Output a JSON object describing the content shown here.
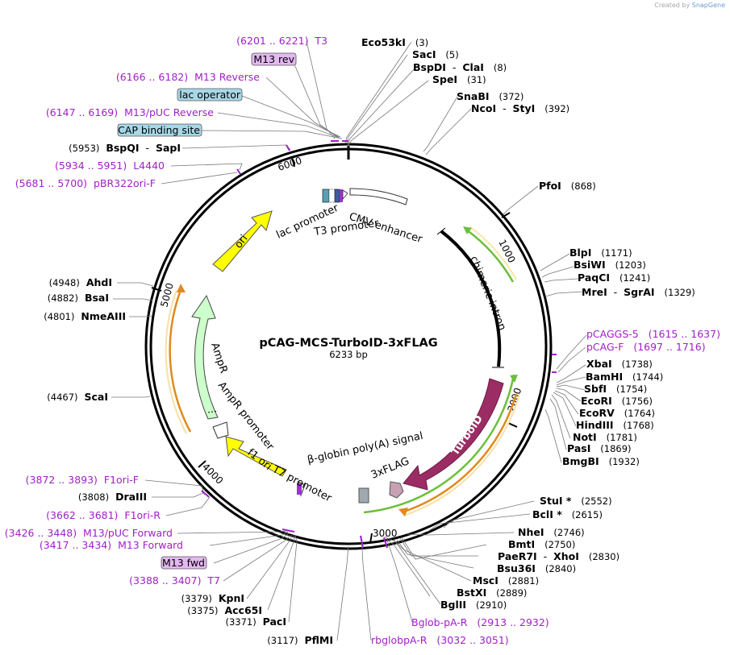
{
  "plasmid": {
    "name": "pCAG-MCS-TurboID-3xFLAG",
    "size": "6233 bp",
    "length": 6233
  },
  "watermark": {
    "prefix": "Created by",
    "brand": "SnapGene"
  },
  "ticks": [
    "1000",
    "2000",
    "3000",
    "4000",
    "5000",
    "6000"
  ],
  "features": [
    {
      "name": "CMV enhancer",
      "color": "#ffffff"
    },
    {
      "name": "chimeric intron",
      "color": "#000000"
    },
    {
      "name": "TurboID",
      "color": "#9c2c64"
    },
    {
      "name": "3xFLAG",
      "color": "#c8a0b4"
    },
    {
      "name": "β-globin poly(A) signal",
      "color": "#a0a8b0"
    },
    {
      "name": "T7 promoter",
      "color": "#ffffff"
    },
    {
      "name": "f1 ori",
      "color": "#ffff00"
    },
    {
      "name": "AmpR promoter",
      "color": "#ffffff"
    },
    {
      "name": "AmpR",
      "color": "#ccffcc"
    },
    {
      "name": "ori",
      "color": "#ffff00"
    },
    {
      "name": "lac promoter",
      "color": "#ffffff"
    },
    {
      "name": "T3 promoter",
      "color": "#ffffff"
    }
  ],
  "labels": [
    {
      "kind": "primer",
      "pos": "(6201 .. 6221)",
      "name": "T3"
    },
    {
      "kind": "boxp",
      "name": "M13 rev"
    },
    {
      "kind": "primer",
      "pos": "(6166 .. 6182)",
      "name": "M13 Reverse"
    },
    {
      "kind": "boxb",
      "name": "lac operator"
    },
    {
      "kind": "primer",
      "pos": "(6147 .. 6169)",
      "name": "M13/pUC Reverse"
    },
    {
      "kind": "boxb",
      "name": "CAP binding site"
    },
    {
      "kind": "enz",
      "pos": "(5953)",
      "name": "BspQI",
      "name2": "SapI"
    },
    {
      "kind": "primer",
      "pos": "(5934 .. 5951)",
      "name": "L4440"
    },
    {
      "kind": "primer",
      "pos": "(5681 .. 5700)",
      "name": "pBR322ori-F"
    },
    {
      "kind": "enz",
      "pos": "(4948)",
      "name": "AhdI"
    },
    {
      "kind": "enz",
      "pos": "(4882)",
      "name": "BsaI"
    },
    {
      "kind": "enz",
      "pos": "(4801)",
      "name": "NmeAIII"
    },
    {
      "kind": "enz",
      "pos": "(4467)",
      "name": "ScaI"
    },
    {
      "kind": "primer",
      "pos": "(3872 .. 3893)",
      "name": "F1ori-F"
    },
    {
      "kind": "enz",
      "pos": "(3808)",
      "name": "DraIII"
    },
    {
      "kind": "primer",
      "pos": "(3662 .. 3681)",
      "name": "F1ori-R"
    },
    {
      "kind": "primer",
      "pos": "(3426 .. 3448)",
      "name": "M13/pUC Forward"
    },
    {
      "kind": "primer",
      "pos": "(3417 .. 3434)",
      "name": "M13 Forward"
    },
    {
      "kind": "boxp",
      "name": "M13 fwd"
    },
    {
      "kind": "primer",
      "pos": "(3388 .. 3407)",
      "name": "T7"
    },
    {
      "kind": "enz",
      "pos": "(3379)",
      "name": "KpnI"
    },
    {
      "kind": "enz",
      "pos": "(3375)",
      "name": "Acc65I"
    },
    {
      "kind": "enz",
      "pos": "(3371)",
      "name": "PacI"
    },
    {
      "kind": "enz",
      "pos": "(3117)",
      "name": "PflMI"
    },
    {
      "kind": "enz",
      "name": "Eco53kI",
      "pos": "(3)"
    },
    {
      "kind": "enz",
      "name": "SacI",
      "pos": "(5)"
    },
    {
      "kind": "enz",
      "name": "BspDI",
      "name2": "ClaI",
      "pos": "(8)"
    },
    {
      "kind": "enz",
      "name": "SpeI",
      "pos": "(31)"
    },
    {
      "kind": "enz",
      "name": "SnaBI",
      "pos": "(372)"
    },
    {
      "kind": "enz",
      "name": "NcoI",
      "name2": "StyI",
      "pos": "(392)"
    },
    {
      "kind": "enz",
      "name": "PfoI",
      "pos": "(868)"
    },
    {
      "kind": "enz",
      "name": "BlpI",
      "pos": "(1171)"
    },
    {
      "kind": "enz",
      "name": "BsiWI",
      "pos": "(1203)"
    },
    {
      "kind": "enz",
      "name": "PaqCI",
      "pos": "(1241)"
    },
    {
      "kind": "enz",
      "name": "MreI",
      "name2": "SgrAI",
      "pos": "(1329)"
    },
    {
      "kind": "primer",
      "name": "pCAGGS-5",
      "pos": "(1615 .. 1637)"
    },
    {
      "kind": "primer",
      "name": "pCAG-F",
      "pos": "(1697 .. 1716)"
    },
    {
      "kind": "enz",
      "name": "XbaI",
      "pos": "(1738)"
    },
    {
      "kind": "enz",
      "name": "BamHI",
      "pos": "(1744)"
    },
    {
      "kind": "enz",
      "name": "SbfI",
      "pos": "(1754)"
    },
    {
      "kind": "enz",
      "name": "EcoRI",
      "pos": "(1756)"
    },
    {
      "kind": "enz",
      "name": "EcoRV",
      "pos": "(1764)"
    },
    {
      "kind": "enz",
      "name": "HindIII",
      "pos": "(1768)"
    },
    {
      "kind": "enz",
      "name": "NotI",
      "pos": "(1781)"
    },
    {
      "kind": "enz",
      "name": "PasI",
      "pos": "(1869)"
    },
    {
      "kind": "enz",
      "name": "BmgBI",
      "pos": "(1932)"
    },
    {
      "kind": "enz",
      "name": "StuI *",
      "pos": "(2552)"
    },
    {
      "kind": "enz",
      "name": "BclI *",
      "pos": "(2615)"
    },
    {
      "kind": "enz",
      "name": "NheI",
      "pos": "(2746)"
    },
    {
      "kind": "enz",
      "name": "BmtI",
      "pos": "(2750)"
    },
    {
      "kind": "enz",
      "name": "PaeR7I",
      "name2": "XhoI",
      "pos": "(2830)"
    },
    {
      "kind": "enz",
      "name": "Bsu36I",
      "pos": "(2840)"
    },
    {
      "kind": "enz",
      "name": "MscI",
      "pos": "(2881)"
    },
    {
      "kind": "enz",
      "name": "BstXI",
      "pos": "(2889)"
    },
    {
      "kind": "enz",
      "name": "BglII",
      "pos": "(2910)"
    },
    {
      "kind": "primer",
      "name": "Bglob-pA-R",
      "pos": "(2913 .. 2932)"
    },
    {
      "kind": "primer",
      "name": "rbglobpA-R",
      "pos": "(3032 .. 3051)"
    }
  ]
}
